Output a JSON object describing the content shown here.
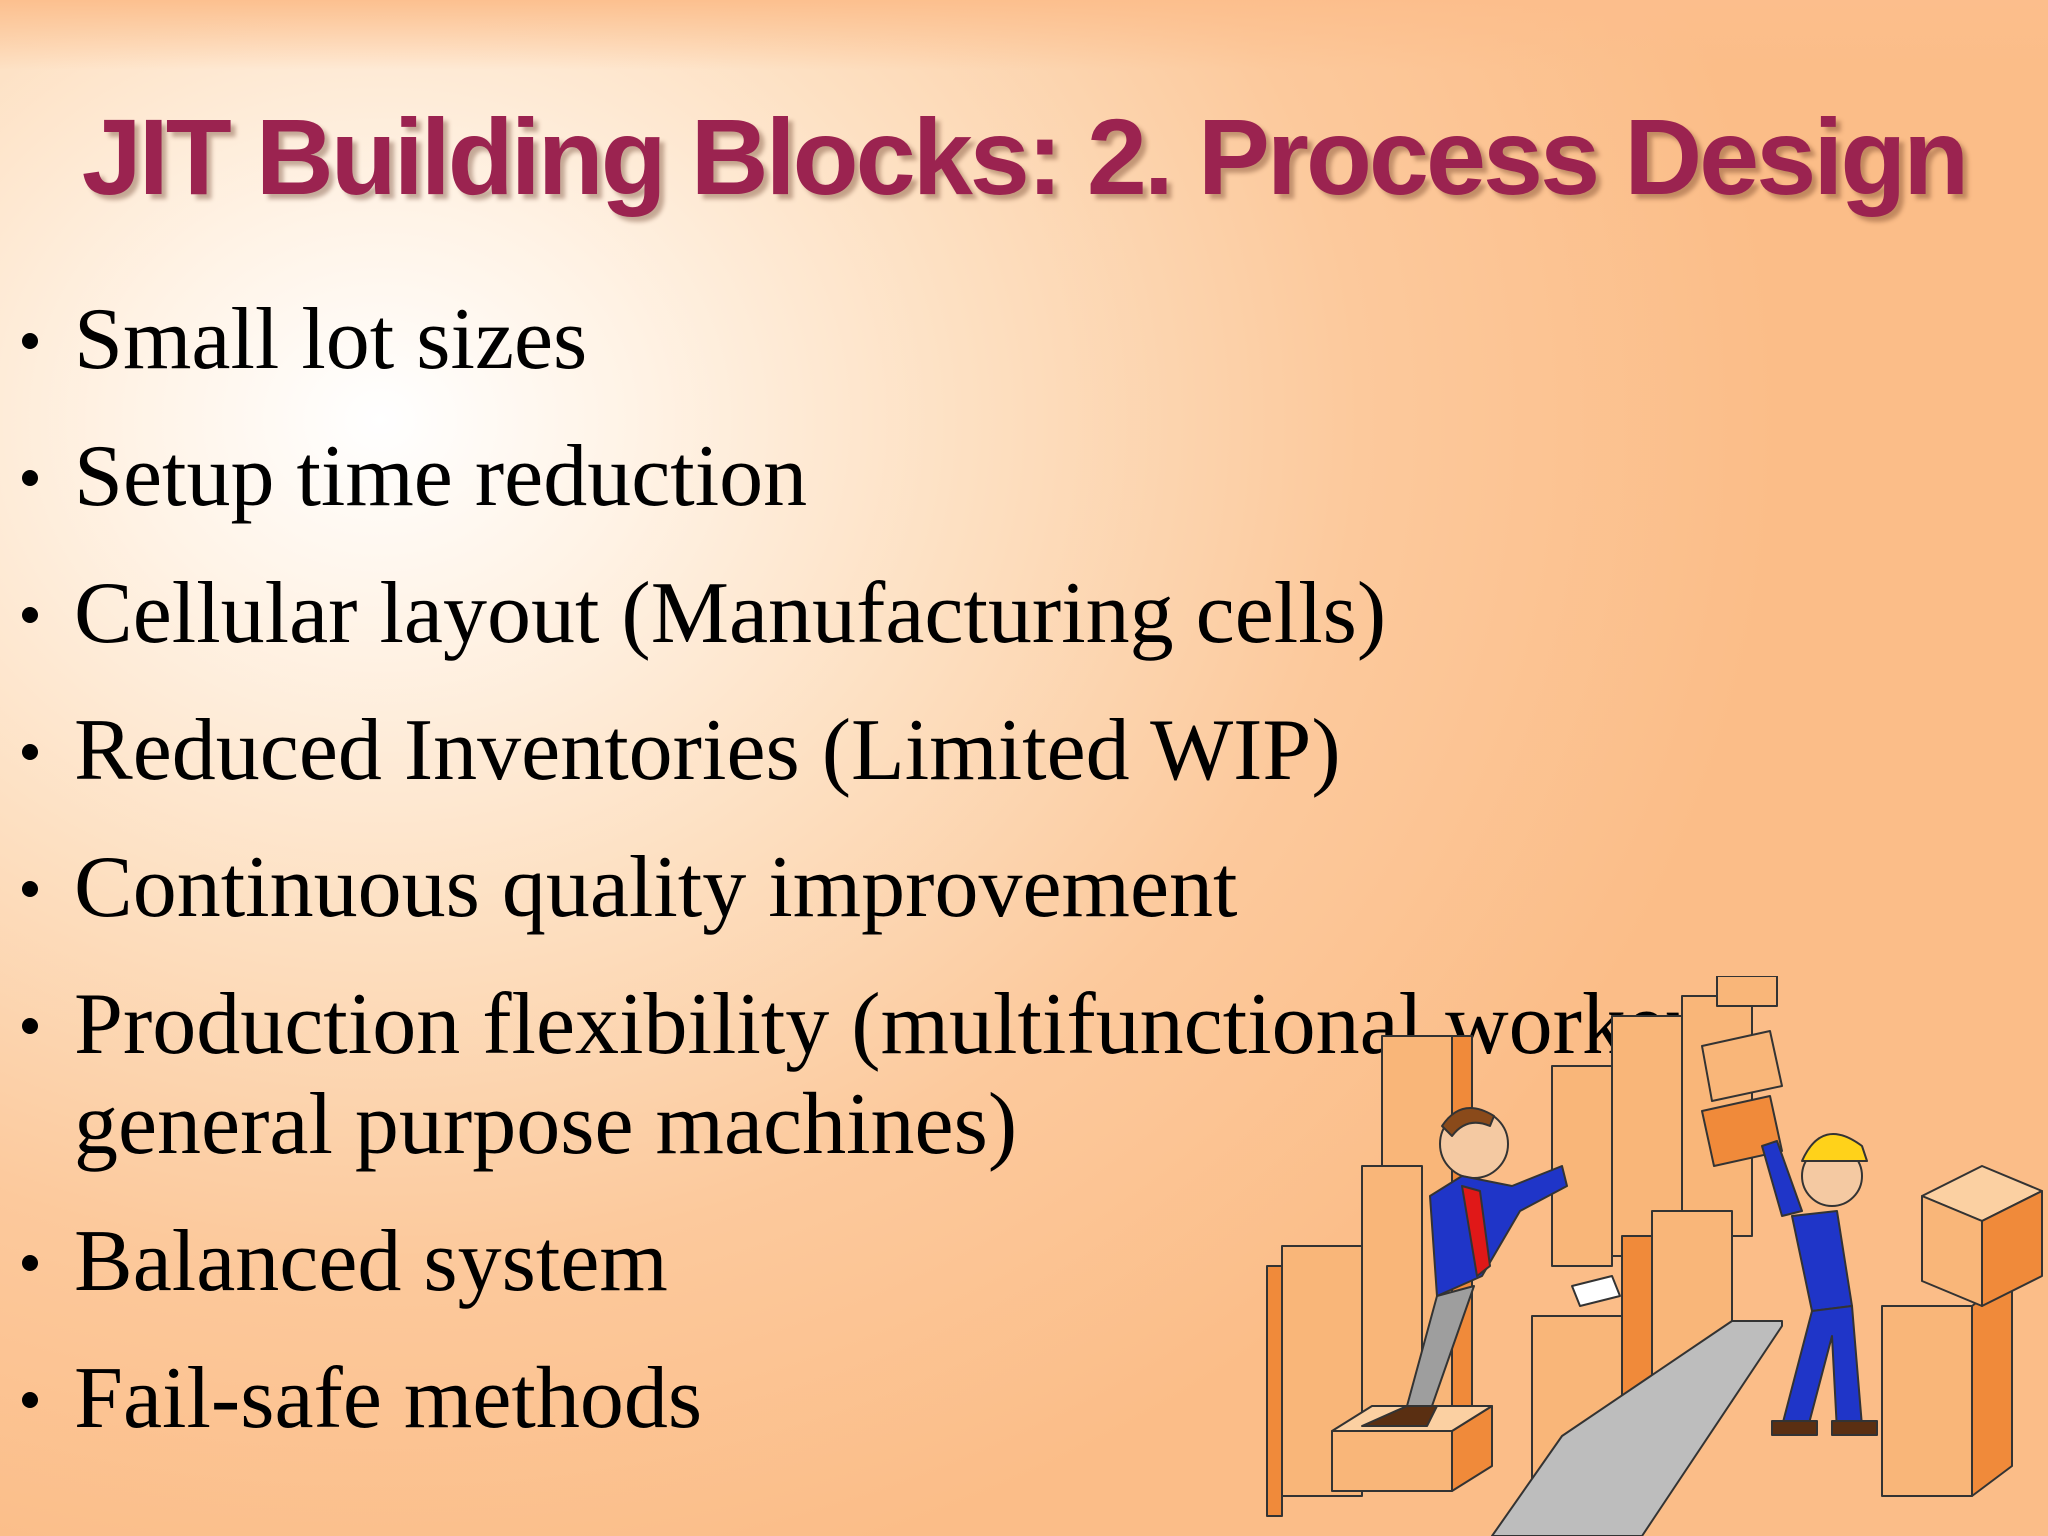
{
  "slide": {
    "title": "JIT Building Blocks: 2. Process Design",
    "bullets": [
      "Small lot sizes",
      "Setup time reduction",
      "Cellular layout (Manufacturing cells)",
      "Reduced Inventories (Limited WIP)",
      "Continuous quality improvement",
      "Production flexibility (multifunctional workers, general purpose machines)",
      "Balanced system",
      "Fail-safe methods"
    ]
  },
  "illustration": {
    "icon": "workers-with-boxes-clipart"
  },
  "colors": {
    "title": "#9b2350",
    "box": "#f9b679",
    "box_shadow": "#f08a3a",
    "suit": "#1f35c8",
    "tie": "#e01818",
    "helmet": "#ffd21a"
  }
}
